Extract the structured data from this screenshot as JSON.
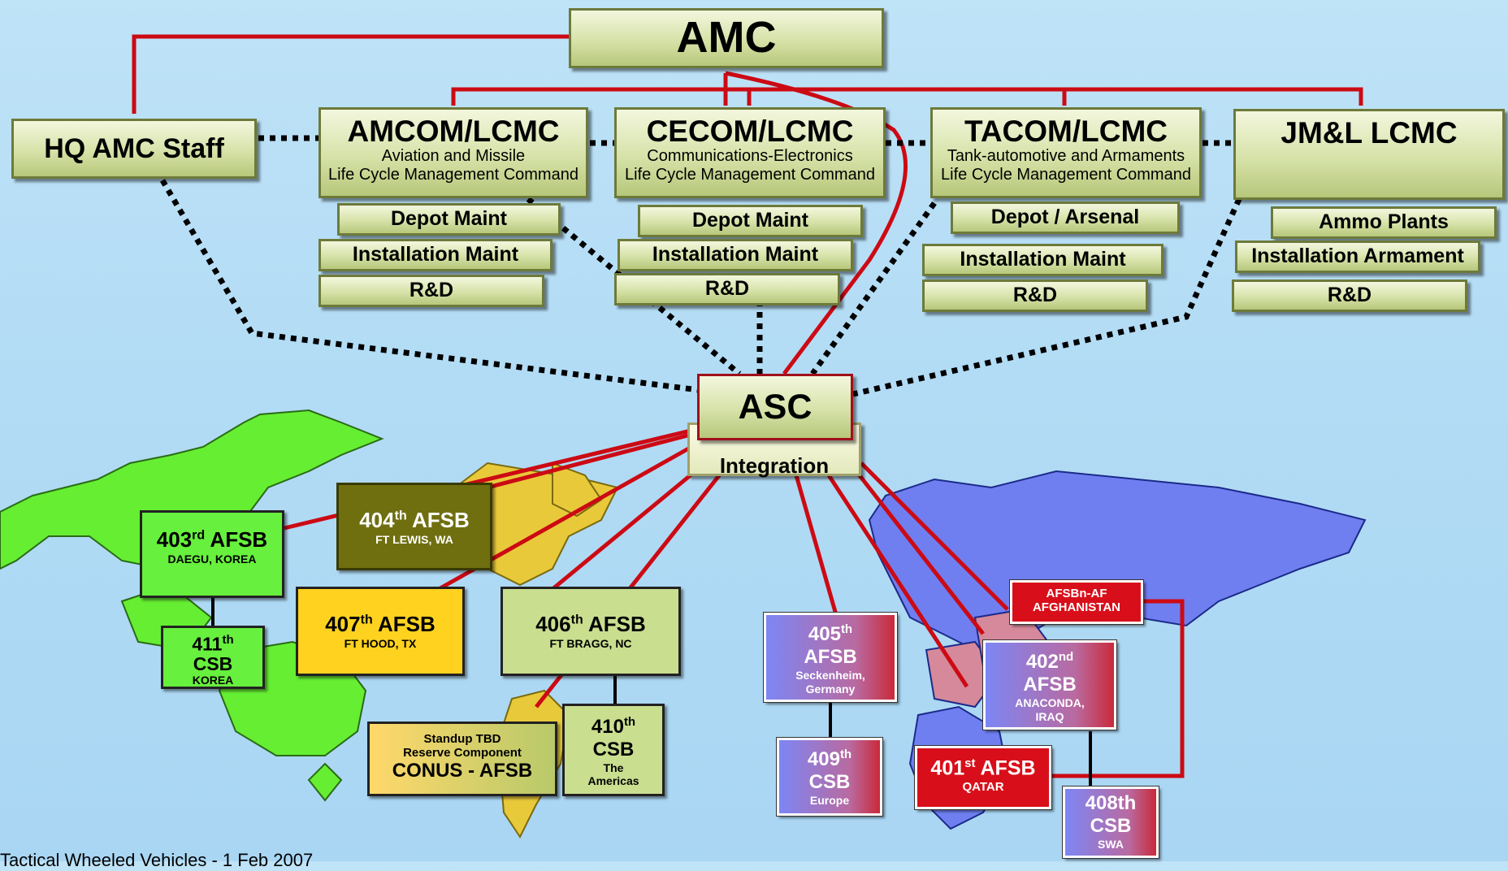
{
  "amc": "AMC",
  "hq_staff": "HQ AMC Staff",
  "commands": [
    {
      "name": "AMCOM/LCMC",
      "line1": "Aviation and Missile",
      "line2": "Life Cycle Management Command",
      "subs": [
        "Depot Maint",
        "Installation Maint",
        "R&D"
      ]
    },
    {
      "name": "CECOM/LCMC",
      "line1": "Communications-Electronics",
      "line2": "Life Cycle Management Command",
      "subs": [
        "Depot Maint",
        "Installation Maint",
        "R&D"
      ]
    },
    {
      "name": "TACOM/LCMC",
      "line1": "Tank-automotive and Armaments",
      "line2": "Life Cycle Management Command",
      "subs": [
        "Depot / Arsenal",
        "Installation Maint",
        "R&D"
      ]
    },
    {
      "name": "JM&L LCMC",
      "line1": "",
      "line2": "",
      "subs": [
        "Ammo Plants",
        "Installation Armament",
        "R&D"
      ]
    }
  ],
  "asc": {
    "name": "ASC",
    "integration": "Integration"
  },
  "units": {
    "afsb403": {
      "num": "403",
      "sup": "rd",
      "name": " AFSB",
      "loc": "DAEGU, KOREA"
    },
    "csb411": {
      "num": "411",
      "sup": "th",
      "name": "CSB",
      "loc": "KOREA"
    },
    "afsb404": {
      "num": "404",
      "sup": "th",
      "name": " AFSB",
      "loc": "FT LEWIS, WA"
    },
    "afsb407": {
      "num": "407",
      "sup": "th",
      "name": " AFSB",
      "loc": "FT HOOD, TX"
    },
    "afsb406": {
      "num": "406",
      "sup": "th",
      "name": " AFSB",
      "loc": "FT BRAGG, NC"
    },
    "conus": {
      "l1": "Standup TBD",
      "l2": "Reserve Component",
      "l3": "CONUS - AFSB"
    },
    "csb410": {
      "num": "410",
      "sup": "th",
      "name": "CSB",
      "l1": "The",
      "l2": "Americas"
    },
    "afsb405": {
      "num": "405",
      "sup": "th",
      "name": "AFSB",
      "l1": "Seckenheim,",
      "l2": "Germany"
    },
    "csb409": {
      "num": "409",
      "sup": "th",
      "name": "CSB",
      "loc": "Europe"
    },
    "afsbn_af": {
      "l1": "AFSBn-AF",
      "l2": "AFGHANISTAN"
    },
    "afsb402": {
      "num": "402",
      "sup": "nd",
      "name": "AFSB",
      "l1": "ANACONDA,",
      "l2": "IRAQ"
    },
    "afsb401": {
      "num": "401",
      "sup": "st",
      "name": " AFSB",
      "loc": "QATAR"
    },
    "csb408": {
      "label": "408th",
      "name": "CSB",
      "loc": "SWA"
    }
  },
  "footer": "Tactical Wheeled Vehicles - 1 Feb 2007",
  "colors": {
    "connector": "#cc0a14",
    "dotted": "#000000",
    "green_region": "#66ee33",
    "blue_region": "#6f7ff0"
  }
}
